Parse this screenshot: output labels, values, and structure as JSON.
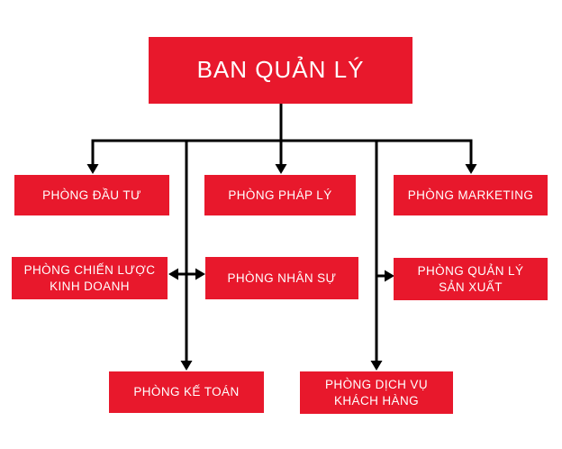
{
  "diagram": {
    "type": "org-chart",
    "background": "#FFFFFF",
    "colors": {
      "box_fill": "#E8182C",
      "box_text": "#FFFFFF",
      "connector": "#000000"
    },
    "nodes": [
      {
        "id": "ban-quan-ly",
        "label": "BAN QUẢN LÝ",
        "level": 1
      },
      {
        "id": "phong-dau-tu",
        "label": "PHÒNG ĐẦU TƯ",
        "level": 2
      },
      {
        "id": "phong-phap-ly",
        "label": "PHÒNG PHÁP LÝ",
        "level": 2
      },
      {
        "id": "phong-marketing",
        "label": "PHÒNG MARKETING",
        "level": 2
      },
      {
        "id": "phong-chien-luoc-kinh-doanh",
        "label": "PHÒNG CHIẾN LƯỢC\nKINH DOANH",
        "level": 3
      },
      {
        "id": "phong-nhan-su",
        "label": "PHÒNG NHÂN SỰ",
        "level": 3
      },
      {
        "id": "phong-quan-ly-san-xuat",
        "label": "PHÒNG QUẢN LÝ\nSẢN XUẤT",
        "level": 3
      },
      {
        "id": "phong-ke-toan",
        "label": "PHÒNG KẾ TOÁN",
        "level": 4
      },
      {
        "id": "phong-dich-vu-khach-hang",
        "label": "PHÒNG DỊCH VỤ\nKHÁCH HÀNG",
        "level": 4
      }
    ],
    "edges": [
      {
        "from": "ban-quan-ly",
        "to": "phong-dau-tu",
        "style": "arrow"
      },
      {
        "from": "ban-quan-ly",
        "to": "phong-phap-ly",
        "style": "arrow"
      },
      {
        "from": "ban-quan-ly",
        "to": "phong-marketing",
        "style": "arrow"
      },
      {
        "from": "ban-quan-ly",
        "to": "phong-ke-toan",
        "style": "arrow"
      },
      {
        "from": "ban-quan-ly",
        "to": "phong-dich-vu-khach-hang",
        "style": "arrow"
      },
      {
        "from": "ban-quan-ly",
        "to": "phong-quan-ly-san-xuat",
        "style": "arrow"
      },
      {
        "from": "phong-chien-luoc-kinh-doanh",
        "to": "phong-nhan-su",
        "style": "double-arrow"
      }
    ]
  }
}
